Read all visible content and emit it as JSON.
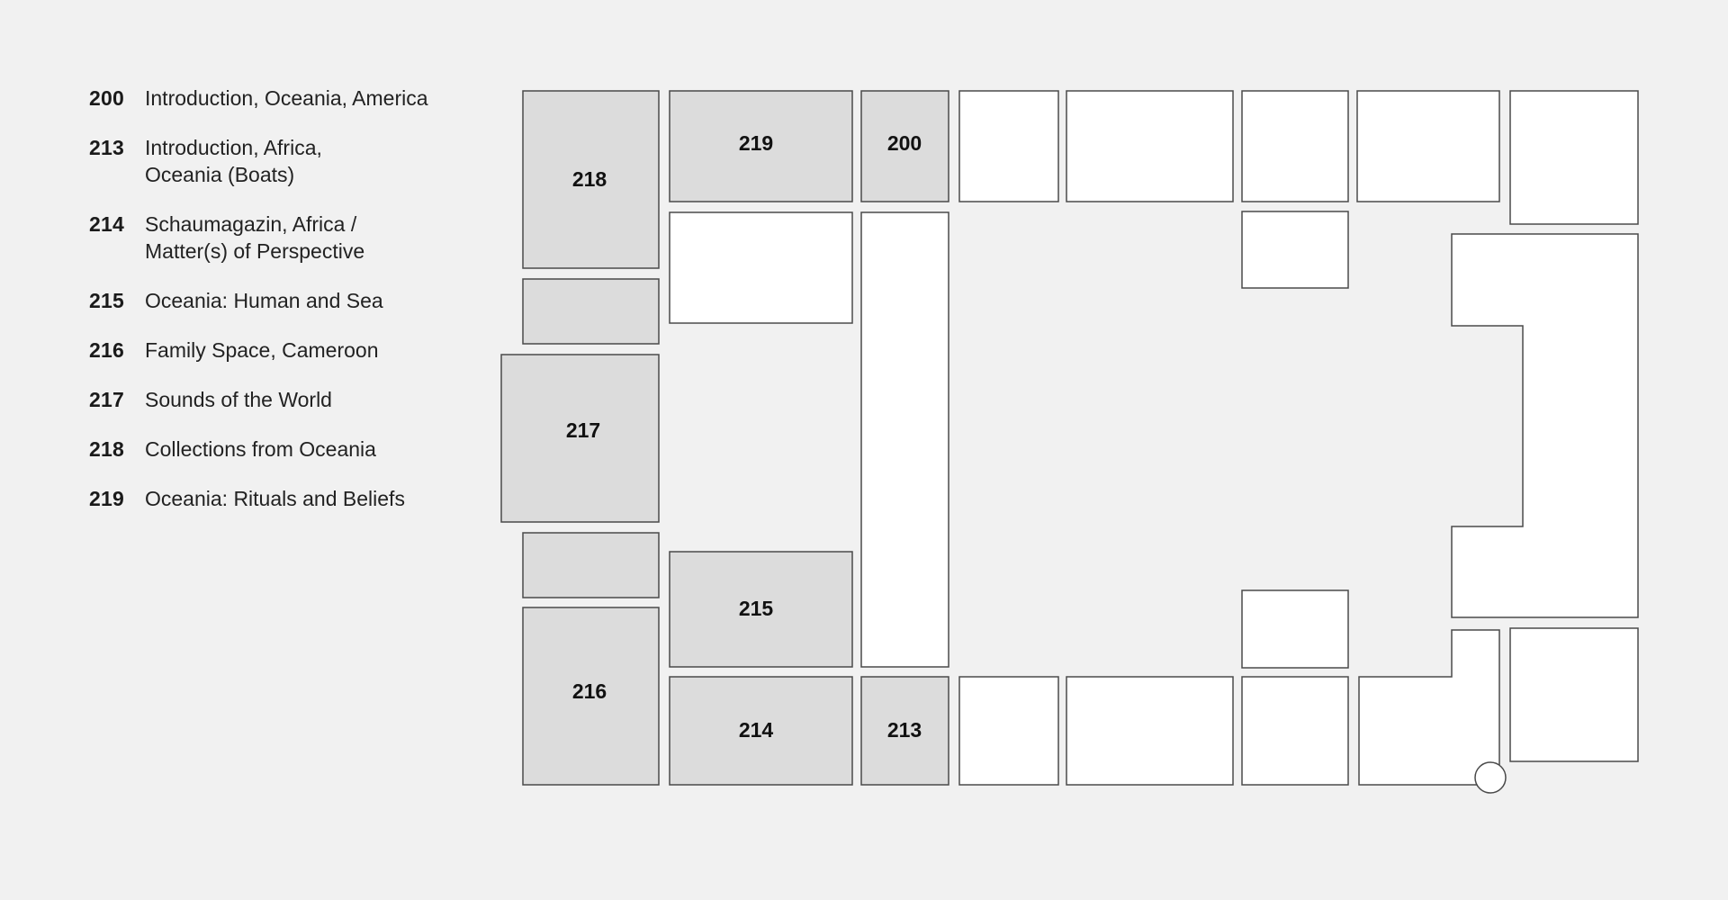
{
  "legend": [
    {
      "number": "200",
      "name": "Introduction, Oceania, America"
    },
    {
      "number": "213",
      "name": "Introduction, Africa,\nOceania (Boats)"
    },
    {
      "number": "214",
      "name": "Schaumagazin, Africa /\nMatter(s) of Perspective"
    },
    {
      "number": "215",
      "name": "Oceania: Human and Sea"
    },
    {
      "number": "216",
      "name": "Family Space, Cameroon"
    },
    {
      "number": "217",
      "name": "Sounds of the World"
    },
    {
      "number": "218",
      "name": "Collections from Oceania"
    },
    {
      "number": "219",
      "name": "Oceania: Rituals and Beliefs"
    }
  ],
  "map": {
    "room_labels": {
      "r218": "218",
      "r219": "219",
      "r200": "200",
      "r217": "217",
      "r215": "215",
      "r216": "216",
      "r214": "214",
      "r213": "213"
    },
    "colors": {
      "highlighted_room": "#dcdcdc",
      "other_room": "#ffffff",
      "outline": "#4a4a4a",
      "background": "#f1f1f1"
    }
  }
}
